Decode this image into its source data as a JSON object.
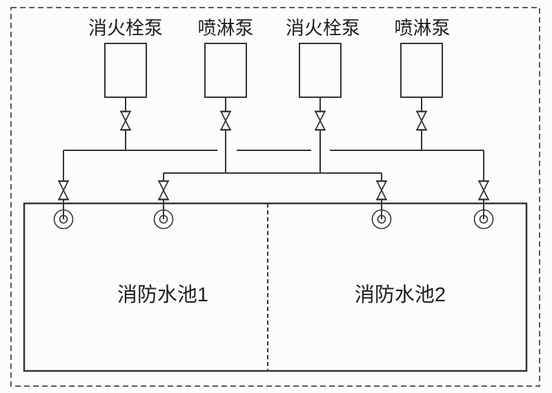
{
  "diagram": {
    "pumps": [
      {
        "label": "消火栓泵"
      },
      {
        "label": "喷淋泵"
      },
      {
        "label": "消火栓泵"
      },
      {
        "label": "喷淋泵"
      }
    ],
    "tanks": [
      {
        "label": "消防水池1"
      },
      {
        "label": "消防水池2"
      }
    ],
    "colors": {
      "line": "#333333",
      "border_dash": "#5a5a5a",
      "background": "#fcfcfc",
      "text": "#1f1f1f"
    }
  }
}
